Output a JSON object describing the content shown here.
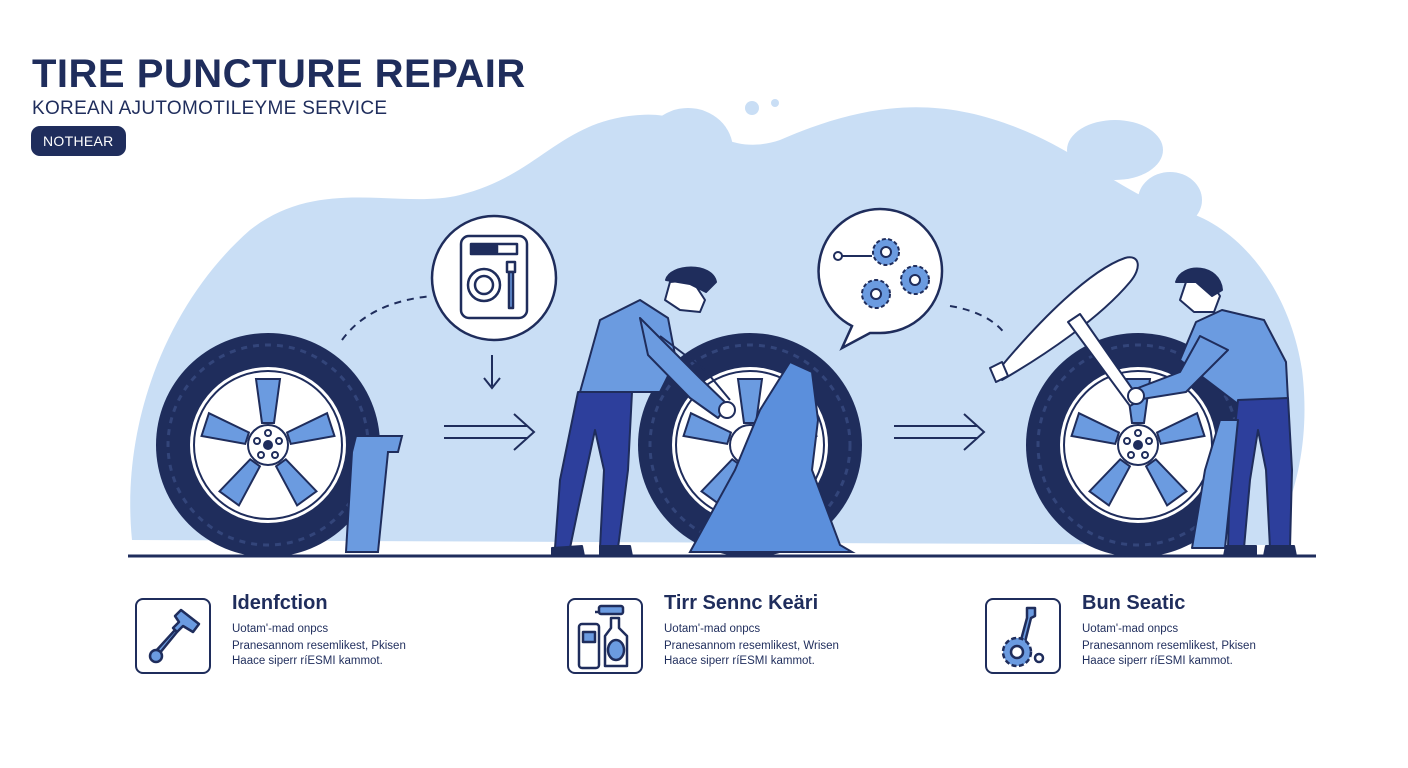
{
  "header": {
    "title": "TIRE PUNCTURE REPAIR",
    "subtitle": "KOREAN AJUTOMOTILEYME SERVICE",
    "badge": "NOTHEAR"
  },
  "colors": {
    "navy": "#1f2d5c",
    "blue": "#5b8fdc",
    "light_blob": "#c9def5"
  },
  "steps": [
    {
      "title": "Idenfction",
      "lines": [
        "Uotam'-mad onpcs",
        "Pranesannom resemlikest, Pkisen",
        "Haace siperr ríESMI kammot."
      ],
      "icon": "hammer-icon"
    },
    {
      "title": "Tirr Sennc Keäri",
      "lines": [
        "Uotam'-mad onpcs",
        "Pranesannom resemlikest, Wrisen",
        "Haace siperr ríESMI kammot."
      ],
      "icon": "sealant-kit-icon"
    },
    {
      "title": "Bun Seatic",
      "lines": [
        "Uotam'-mad onpcs",
        "Pranesannom resemlikest, Pkisen",
        "Haace siperr ríESMI kammot."
      ],
      "icon": "wrench-gear-icon"
    }
  ],
  "illustration": {
    "bubble_1_icon": "tire-gauge-icon",
    "bubble_2_icon": "gears-icon"
  }
}
